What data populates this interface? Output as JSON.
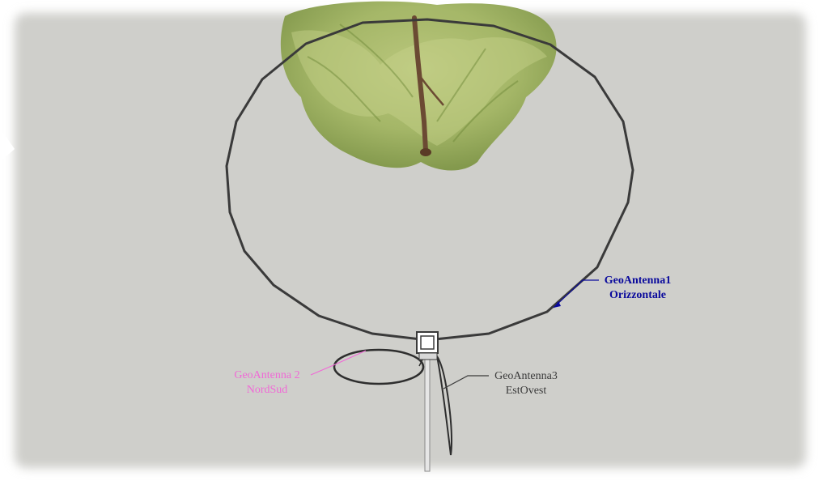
{
  "labels": {
    "horizontal": {
      "name": "GeoAntenna1",
      "orientation": "Orizzontale"
    },
    "north_south": {
      "name": "GeoAntenna 2",
      "orientation": "NordSud"
    },
    "east_west": {
      "name": "GeoAntenna3",
      "orientation": "EstOvest"
    }
  },
  "colors": {
    "background": "#cfcfcb",
    "frame": "#ffffff",
    "loop": "#3a3a3a",
    "horizontal_label": "#0a0a9c",
    "north_south_label": "#f06ad6",
    "east_west_label": "#3a3a3a",
    "foliage": "#a8b864",
    "trunk": "#6b4a33"
  },
  "icons": {
    "antenna_hub": "square-box-icon",
    "tree": "tree-icon"
  }
}
